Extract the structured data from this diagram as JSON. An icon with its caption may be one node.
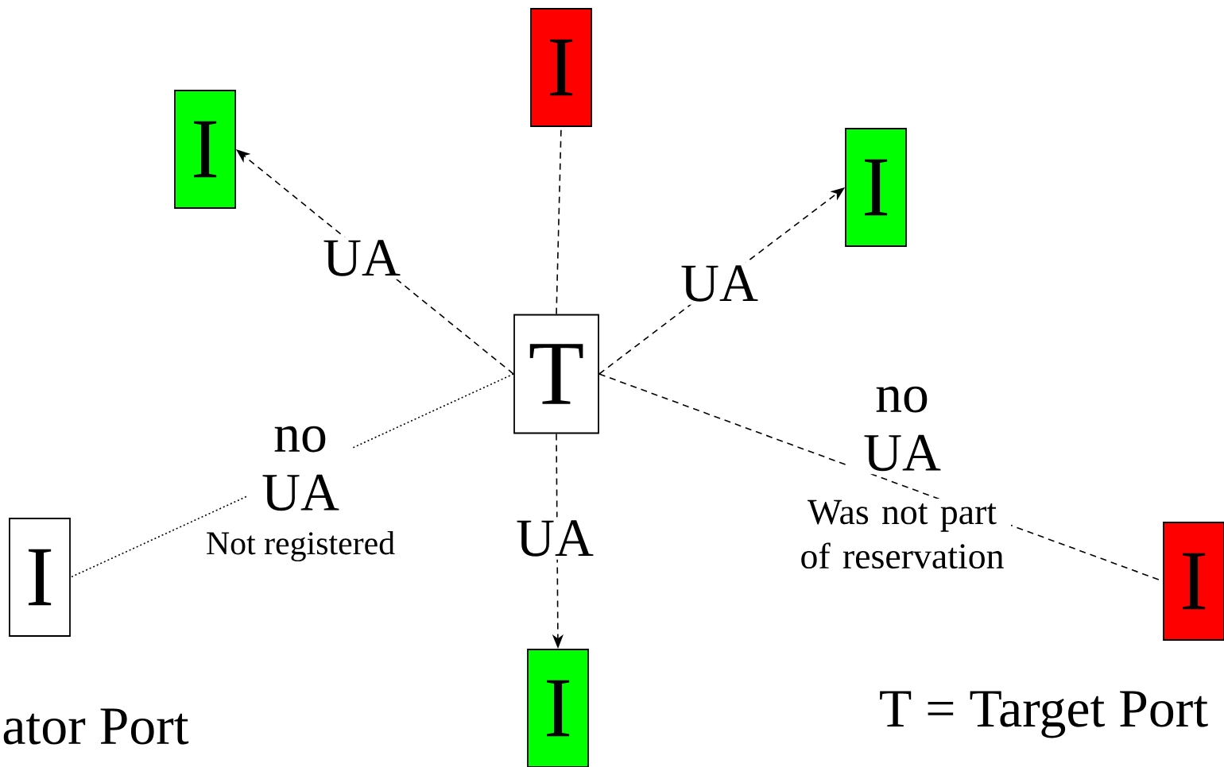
{
  "diagram": {
    "nodes": [
      {
        "text": [
          "I"
        ]
      },
      {
        "text": [
          "I"
        ]
      },
      {
        "text": [
          "I"
        ]
      },
      {
        "text": [
          "T"
        ]
      },
      {
        "text": [
          "I"
        ]
      },
      {
        "text": [
          "I"
        ]
      },
      {
        "text": [
          "I"
        ]
      }
    ],
    "edges": [
      {
        "from": 3,
        "to": 0,
        "arrow": "none",
        "style": "dashed"
      },
      {
        "from": 3,
        "to": 1,
        "arrow": "to",
        "style": "dashed",
        "label": "UA"
      },
      {
        "from": 3,
        "to": 2,
        "arrow": "to",
        "style": "dashed",
        "label": "UA"
      },
      {
        "from": 3,
        "to": 4,
        "arrow": "none",
        "label": "no UA"
      },
      {
        "from": 3,
        "to": 5,
        "arrow": "none",
        "style": "dashed",
        "label": "no UA"
      },
      {
        "from": 3,
        "to": 6,
        "arrow": "to",
        "style": "dashed",
        "label": "UA"
      }
    ],
    "labels": [
      "Not registered",
      "Was not part of reservation",
      "ator Port",
      "T = Target Port"
    ]
  }
}
